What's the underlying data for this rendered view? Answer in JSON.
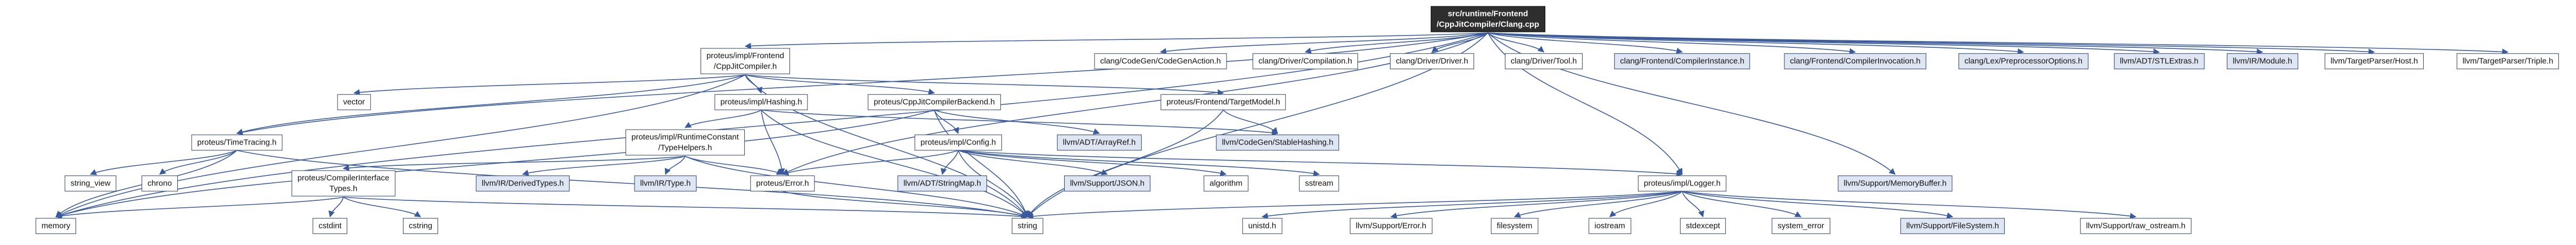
{
  "graph": {
    "kind": "include-dependency-graph",
    "colors": {
      "edge": "#3a5a9b",
      "node_border": "#2a3e67",
      "node_bg": "#ffffff",
      "filled_bg": "#dfe6f3",
      "root_bg": "#2e2e2e",
      "root_text": "#ffffff"
    },
    "nodes": [
      {
        "id": "clang_cpp",
        "type": "root",
        "lines": [
          "src/runtime/Frontend",
          "/CppJitCompiler/Clang.cpp"
        ]
      },
      {
        "id": "cppjitcompiler",
        "type": "plain",
        "lines": [
          "proteus/impl/Frontend",
          "/CppJitCompiler.h"
        ]
      },
      {
        "id": "codegenaction",
        "type": "plain",
        "lines": [
          "clang/CodeGen/CodeGenAction.h"
        ]
      },
      {
        "id": "compilation",
        "type": "plain",
        "lines": [
          "clang/Driver/Compilation.h"
        ]
      },
      {
        "id": "driver",
        "type": "plain",
        "lines": [
          "clang/Driver/Driver.h"
        ]
      },
      {
        "id": "tool",
        "type": "plain",
        "lines": [
          "clang/Driver/Tool.h"
        ]
      },
      {
        "id": "compilerinstance",
        "type": "filled",
        "lines": [
          "clang/Frontend/CompilerInstance.h"
        ]
      },
      {
        "id": "compilerinvocation",
        "type": "filled",
        "lines": [
          "clang/Frontend/CompilerInvocation.h"
        ]
      },
      {
        "id": "preprocessoroptions",
        "type": "filled",
        "lines": [
          "clang/Lex/PreprocessorOptions.h"
        ]
      },
      {
        "id": "stlextras",
        "type": "filled",
        "lines": [
          "llvm/ADT/STLExtras.h"
        ]
      },
      {
        "id": "module",
        "type": "filled",
        "lines": [
          "llvm/IR/Module.h"
        ]
      },
      {
        "id": "host",
        "type": "plain",
        "lines": [
          "llvm/TargetParser/Host.h"
        ]
      },
      {
        "id": "triple",
        "type": "plain",
        "lines": [
          "llvm/TargetParser/Triple.h"
        ]
      },
      {
        "id": "vector",
        "type": "plain",
        "lines": [
          "vector"
        ]
      },
      {
        "id": "hashing",
        "type": "plain",
        "lines": [
          "proteus/impl/Hashing.h"
        ]
      },
      {
        "id": "backend",
        "type": "plain",
        "lines": [
          "proteus/CppJitCompilerBackend.h"
        ]
      },
      {
        "id": "targetmodel",
        "type": "plain",
        "lines": [
          "proteus/Frontend/TargetModel.h"
        ]
      },
      {
        "id": "timetracing",
        "type": "plain",
        "lines": [
          "proteus/TimeTracing.h"
        ]
      },
      {
        "id": "typehelpers",
        "type": "plain",
        "lines": [
          "proteus/impl/RuntimeConstant",
          "/TypeHelpers.h"
        ]
      },
      {
        "id": "config",
        "type": "plain",
        "lines": [
          "proteus/impl/Config.h"
        ]
      },
      {
        "id": "arrayref",
        "type": "filled",
        "lines": [
          "llvm/ADT/ArrayRef.h"
        ]
      },
      {
        "id": "stablehashing",
        "type": "filled",
        "lines": [
          "llvm/CodeGen/StableHashing.h"
        ]
      },
      {
        "id": "string_view",
        "type": "plain",
        "lines": [
          "string_view"
        ]
      },
      {
        "id": "chrono",
        "type": "plain",
        "lines": [
          "chrono"
        ]
      },
      {
        "id": "compilerinterfacetypes",
        "type": "plain",
        "lines": [
          "proteus/CompilerInterface",
          "Types.h"
        ]
      },
      {
        "id": "derivedtypes",
        "type": "filled",
        "lines": [
          "llvm/IR/DerivedTypes.h"
        ]
      },
      {
        "id": "type_h",
        "type": "filled",
        "lines": [
          "llvm/IR/Type.h"
        ]
      },
      {
        "id": "proteus_error",
        "type": "plain",
        "lines": [
          "proteus/Error.h"
        ]
      },
      {
        "id": "stringmap",
        "type": "filled",
        "lines": [
          "llvm/ADT/StringMap.h"
        ]
      },
      {
        "id": "json",
        "type": "filled",
        "lines": [
          "llvm/Support/JSON.h"
        ]
      },
      {
        "id": "algorithm",
        "type": "plain",
        "lines": [
          "algorithm"
        ]
      },
      {
        "id": "sstream",
        "type": "plain",
        "lines": [
          "sstream"
        ]
      },
      {
        "id": "logger",
        "type": "plain",
        "lines": [
          "proteus/impl/Logger.h"
        ]
      },
      {
        "id": "memorybuffer",
        "type": "filled",
        "lines": [
          "llvm/Support/MemoryBuffer.h"
        ]
      },
      {
        "id": "memory",
        "type": "plain",
        "lines": [
          "memory"
        ]
      },
      {
        "id": "cstdint",
        "type": "plain",
        "lines": [
          "cstdint"
        ]
      },
      {
        "id": "cstring",
        "type": "plain",
        "lines": [
          "cstring"
        ]
      },
      {
        "id": "string",
        "type": "plain",
        "lines": [
          "string"
        ]
      },
      {
        "id": "unistd_h",
        "type": "plain",
        "lines": [
          "unistd.h"
        ]
      },
      {
        "id": "llvm_error",
        "type": "plain",
        "lines": [
          "llvm/Support/Error.h"
        ]
      },
      {
        "id": "filesystem",
        "type": "plain",
        "lines": [
          "filesystem"
        ]
      },
      {
        "id": "iostream",
        "type": "plain",
        "lines": [
          "iostream"
        ]
      },
      {
        "id": "stdexcept",
        "type": "plain",
        "lines": [
          "stdexcept"
        ]
      },
      {
        "id": "system_error",
        "type": "plain",
        "lines": [
          "system_error"
        ]
      },
      {
        "id": "llvm_filesystem",
        "type": "filled",
        "lines": [
          "llvm/Support/FileSystem.h"
        ]
      },
      {
        "id": "raw_ostream",
        "type": "plain",
        "lines": [
          "llvm/Support/raw_ostream.h"
        ]
      }
    ],
    "edges": [
      {
        "from": "clang_cpp",
        "to": "cppjitcompiler"
      },
      {
        "from": "clang_cpp",
        "to": "codegenaction"
      },
      {
        "from": "clang_cpp",
        "to": "compilation"
      },
      {
        "from": "clang_cpp",
        "to": "driver"
      },
      {
        "from": "clang_cpp",
        "to": "tool"
      },
      {
        "from": "clang_cpp",
        "to": "compilerinstance"
      },
      {
        "from": "clang_cpp",
        "to": "compilerinvocation"
      },
      {
        "from": "clang_cpp",
        "to": "preprocessoroptions"
      },
      {
        "from": "clang_cpp",
        "to": "stlextras"
      },
      {
        "from": "clang_cpp",
        "to": "module"
      },
      {
        "from": "clang_cpp",
        "to": "host"
      },
      {
        "from": "clang_cpp",
        "to": "triple"
      },
      {
        "from": "clang_cpp",
        "to": "memory"
      },
      {
        "from": "clang_cpp",
        "to": "string"
      },
      {
        "from": "clang_cpp",
        "to": "timetracing"
      },
      {
        "from": "clang_cpp",
        "to": "proteus_error"
      },
      {
        "from": "clang_cpp",
        "to": "logger"
      },
      {
        "from": "clang_cpp",
        "to": "memorybuffer"
      },
      {
        "from": "cppjitcompiler",
        "to": "vector"
      },
      {
        "from": "cppjitcompiler",
        "to": "hashing"
      },
      {
        "from": "cppjitcompiler",
        "to": "backend"
      },
      {
        "from": "cppjitcompiler",
        "to": "targetmodel"
      },
      {
        "from": "cppjitcompiler",
        "to": "timetracing"
      },
      {
        "from": "cppjitcompiler",
        "to": "memory"
      },
      {
        "from": "cppjitcompiler",
        "to": "string"
      },
      {
        "from": "timetracing",
        "to": "string_view"
      },
      {
        "from": "timetracing",
        "to": "chrono"
      },
      {
        "from": "timetracing",
        "to": "memory"
      },
      {
        "from": "timetracing",
        "to": "string"
      },
      {
        "from": "compilerinterfacetypes",
        "to": "cstdint"
      },
      {
        "from": "compilerinterfacetypes",
        "to": "cstring"
      },
      {
        "from": "compilerinterfacetypes",
        "to": "memory"
      },
      {
        "from": "compilerinterfacetypes",
        "to": "string"
      },
      {
        "from": "typehelpers",
        "to": "compilerinterfacetypes"
      },
      {
        "from": "typehelpers",
        "to": "derivedtypes"
      },
      {
        "from": "typehelpers",
        "to": "type_h"
      },
      {
        "from": "typehelpers",
        "to": "proteus_error"
      },
      {
        "from": "typehelpers",
        "to": "string"
      },
      {
        "from": "hashing",
        "to": "typehelpers"
      },
      {
        "from": "hashing",
        "to": "stablehashing"
      },
      {
        "from": "hashing",
        "to": "proteus_error"
      },
      {
        "from": "hashing",
        "to": "string"
      },
      {
        "from": "backend",
        "to": "config"
      },
      {
        "from": "backend",
        "to": "arrayref"
      },
      {
        "from": "backend",
        "to": "memory"
      },
      {
        "from": "backend",
        "to": "string"
      },
      {
        "from": "targetmodel",
        "to": "stablehashing"
      },
      {
        "from": "targetmodel",
        "to": "string"
      },
      {
        "from": "config",
        "to": "proteus_error"
      },
      {
        "from": "config",
        "to": "stringmap"
      },
      {
        "from": "config",
        "to": "json"
      },
      {
        "from": "config",
        "to": "algorithm"
      },
      {
        "from": "config",
        "to": "sstream"
      },
      {
        "from": "config",
        "to": "string"
      },
      {
        "from": "config",
        "to": "logger"
      },
      {
        "from": "proteus_error",
        "to": "string"
      },
      {
        "from": "logger",
        "to": "string"
      },
      {
        "from": "logger",
        "to": "unistd_h"
      },
      {
        "from": "logger",
        "to": "llvm_error"
      },
      {
        "from": "logger",
        "to": "filesystem"
      },
      {
        "from": "logger",
        "to": "iostream"
      },
      {
        "from": "logger",
        "to": "stdexcept"
      },
      {
        "from": "logger",
        "to": "system_error"
      },
      {
        "from": "logger",
        "to": "llvm_filesystem"
      },
      {
        "from": "logger",
        "to": "raw_ostream"
      }
    ]
  }
}
